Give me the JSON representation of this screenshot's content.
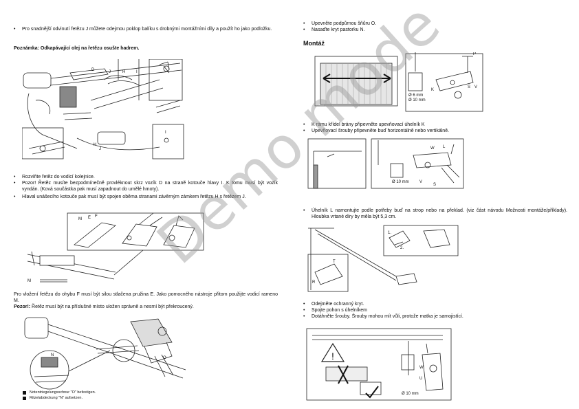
{
  "left": {
    "b1": "Pro snadnější odvinutí řetězu J můžete odejmou poklop balíku s drobnými montážními díly a použít ho jako podložku.",
    "note": "Poznámka: Odkapávající olej na řetězu osušte hadrem.",
    "b2": "Rozviňte řetěz do vodicí kolejnice.",
    "b3": "Pozor! Řetěz musíte bezpodmínečně provléknout skrz vozík D na straně kotouče hlavy I. K tomu musí být vozík vyndán. (Ková součástka pak musí zapadnout do umělé hmoty).",
    "b4": "Hlaval unášecího kotouče pak musí být spojen oběma stranami závěrným zámkem řetězu H s řetězem J.",
    "p1": "Pro vložení řetězu do ohybu F musí být silou stlačena pružina E. Jako pomocného nástroje přitom použijte vodicí rameno M.",
    "p2_bold": "Pozor!:",
    "p2_rest": " Řetěz musí být na příslušné místo uložen správně a nesmí být překroucený.",
    "fig1_labels": {
      "d": "D",
      "j": "J",
      "h": "H",
      "i": "I",
      "j2": "J",
      "h2": "H",
      "i2": "I"
    },
    "fig2_labels": {
      "m": "M",
      "e": "E",
      "f": "F",
      "m2": "M"
    },
    "fig3_labels": {
      "n": "N",
      "o": "O"
    },
    "legend1": "Notentriegelungsschnur \"O\" befestigen.",
    "legend2": "Ritzelabdeckung \"N\" aufsetzen."
  },
  "right": {
    "b1": "Upevněte podpůrnou šňůru O.",
    "b2": "Nasaďte kryt pastorku N.",
    "heading": "Montáž",
    "b3": "K rámu křídel brány připevněte upevňovací úhelník K",
    "b4": "Upevňovací šrouby připevněte buď horizontálně nebo vertikálně.",
    "b5": "Úhelník L namontujte podle potřeby buď na strop nebo na překlad. (viz část návodu Možnosti montáže/příklady). Hloubka vrtané díry by měla být 5,3 cm.",
    "b6": "Odejměte ochranný kryt.",
    "b7": "Spojte pohon s úhelníkem",
    "b8": "Dotáhněte šrouby. Šrouby mohou mít vůli, protože matka je samojistící.",
    "fig4_labels": {
      "p": "P",
      "k": "K",
      "s": "S",
      "v": "V",
      "d1": "Ø 6 mm",
      "d2": "Ø 10 mm"
    },
    "fig5_labels": {
      "w": "W",
      "l": "L",
      "v": "V",
      "s": "S",
      "d": "Ø 10 mm"
    },
    "fig6_labels": {
      "t": "T",
      "r": "R",
      "one": "1.",
      "two": "2."
    },
    "fig7_labels": {
      "w": "W",
      "u": "U",
      "d": "Ø 10 mm"
    }
  },
  "watermark": "Demo mode"
}
